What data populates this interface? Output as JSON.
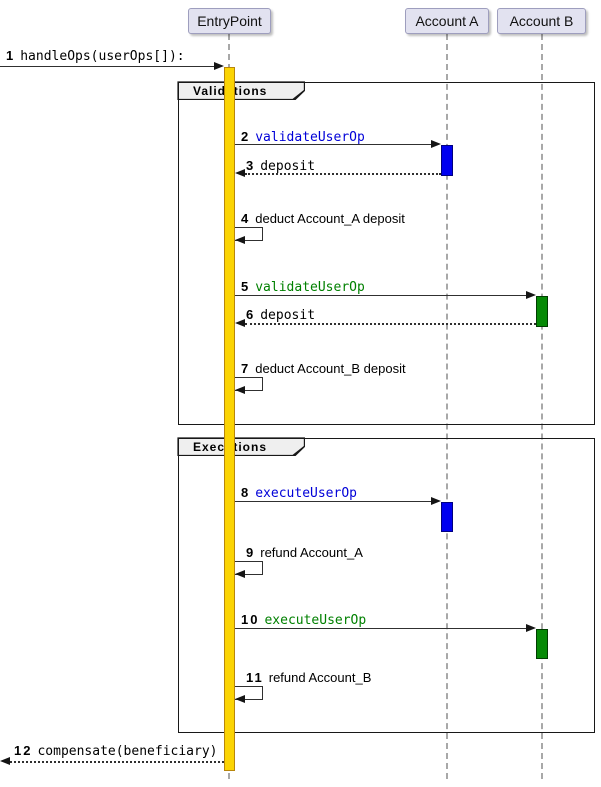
{
  "participants": [
    {
      "label": "EntryPoint"
    },
    {
      "label": "Account A"
    },
    {
      "label": "Account B"
    }
  ],
  "frames": [
    {
      "label": "Validations"
    },
    {
      "label": "Executions"
    }
  ],
  "messages": [
    {
      "num": "1",
      "text": "handleOps(userOps[]):",
      "kind": "solid-arrow",
      "from": "external",
      "to": "EntryPoint",
      "text_color": "black"
    },
    {
      "num": "2",
      "text": "validateUserOp",
      "kind": "solid-arrow",
      "from": "EntryPoint",
      "to": "Account A",
      "text_color": "blue"
    },
    {
      "num": "3",
      "text": "deposit",
      "kind": "dotted-return",
      "from": "Account A",
      "to": "EntryPoint",
      "text_color": "black"
    },
    {
      "num": "4",
      "text": "deduct Account_A deposit",
      "kind": "self-message",
      "from": "EntryPoint",
      "to": "EntryPoint",
      "text_color": "black"
    },
    {
      "num": "5",
      "text": "validateUserOp",
      "kind": "solid-arrow",
      "from": "EntryPoint",
      "to": "Account B",
      "text_color": "green"
    },
    {
      "num": "6",
      "text": "deposit",
      "kind": "dotted-return",
      "from": "Account B",
      "to": "EntryPoint",
      "text_color": "black"
    },
    {
      "num": "7",
      "text": "deduct Account_B deposit",
      "kind": "self-message",
      "from": "EntryPoint",
      "to": "EntryPoint",
      "text_color": "black"
    },
    {
      "num": "8",
      "text": "executeUserOp",
      "kind": "solid-arrow",
      "from": "EntryPoint",
      "to": "Account A",
      "text_color": "blue"
    },
    {
      "num": "9",
      "text": "refund Account_A",
      "kind": "self-message",
      "from": "EntryPoint",
      "to": "EntryPoint",
      "text_color": "black"
    },
    {
      "num": "10",
      "text": "executeUserOp",
      "kind": "solid-arrow",
      "from": "EntryPoint",
      "to": "Account B",
      "text_color": "green"
    },
    {
      "num": "11",
      "text": "refund Account_B",
      "kind": "self-message",
      "from": "EntryPoint",
      "to": "EntryPoint",
      "text_color": "black"
    },
    {
      "num": "12",
      "text": "compensate(beneficiary)",
      "kind": "dotted-return",
      "from": "EntryPoint",
      "to": "external",
      "text_color": "black"
    }
  ],
  "colors": {
    "gold": "#fbd403",
    "gold_border": "#b8860b",
    "blue": "#0000f0",
    "blue_border": "#000080",
    "blue_text": "#0000d8",
    "green": "#068a06",
    "green_border": "#003d00",
    "green_text": "#008000",
    "participant_fill": "#e2e2f0",
    "participant_border": "#9e9ebe",
    "frame_border": "#181818",
    "frame_label_fill": "#efefef",
    "lifeline": "#a8a8a8",
    "arrow": "#303030",
    "arrowhead": "#151515"
  }
}
